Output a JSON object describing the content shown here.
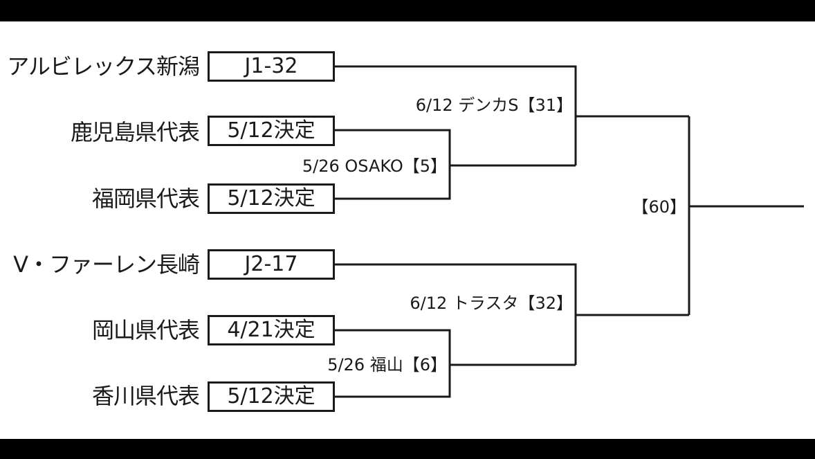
{
  "bracket": {
    "teams": [
      {
        "name": "アルビレックス新潟",
        "slot": "J1-32"
      },
      {
        "name": "鹿児島県代表",
        "slot": "5/12決定"
      },
      {
        "name": "福岡県代表",
        "slot": "5/12決定"
      },
      {
        "name": "V・ファーレン長崎",
        "slot": "J2-17"
      },
      {
        "name": "岡山県代表",
        "slot": "4/21決定"
      },
      {
        "name": "香川県代表",
        "slot": "5/12決定"
      }
    ],
    "matches": {
      "top_semi": "5/26 OSAKO【5】",
      "top_round": "6/12 デンカS【31】",
      "bottom_semi": "5/26 福山【6】",
      "bottom_round": "6/12 トラスタ【32】",
      "final": "【60】"
    }
  }
}
